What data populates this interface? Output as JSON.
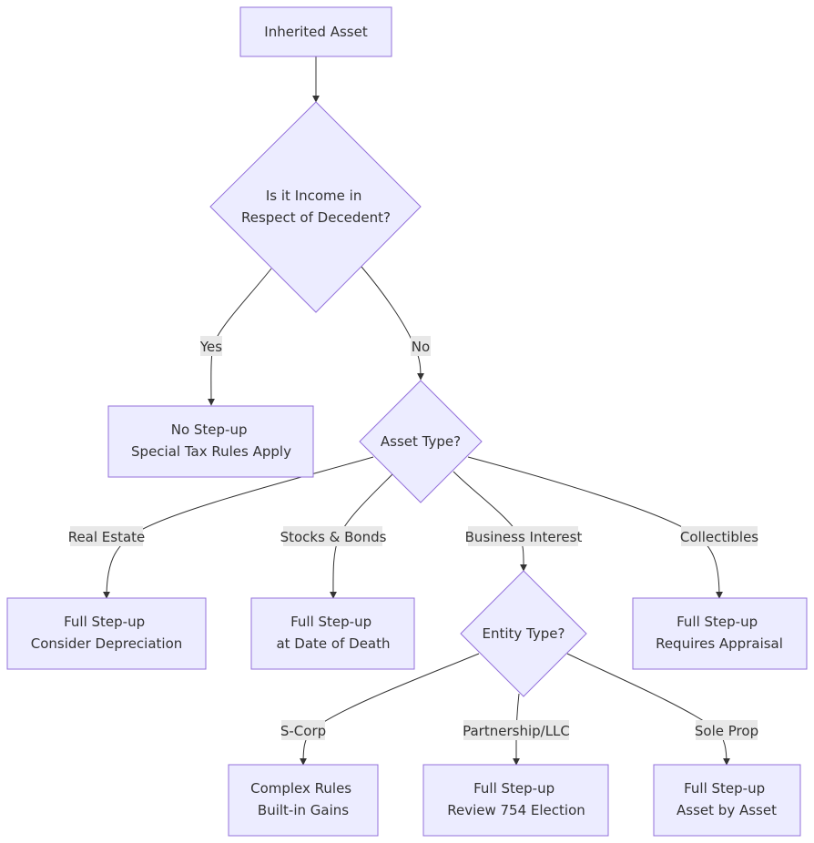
{
  "nodes": {
    "inherited_asset": [
      "Inherited Asset"
    ],
    "ird_question": [
      "Is it Income in",
      "Respect of Decedent?"
    ],
    "no_step_up": [
      "No Step-up",
      "Special Tax Rules Apply"
    ],
    "asset_type": [
      "Asset Type?"
    ],
    "real_estate_result": [
      "Full Step-up",
      "Consider Depreciation"
    ],
    "stocks_result": [
      "Full Step-up",
      "at Date of Death"
    ],
    "entity_type": [
      "Entity Type?"
    ],
    "collectibles_result": [
      "Full Step-up",
      "Requires Appraisal"
    ],
    "scorp_result": [
      "Complex Rules",
      "Built-in Gains"
    ],
    "partnership_result": [
      "Full Step-up",
      "Review 754 Election"
    ],
    "soleprop_result": [
      "Full Step-up",
      "Asset by Asset"
    ]
  },
  "edge_labels": {
    "yes": "Yes",
    "no": "No",
    "real_estate": "Real Estate",
    "stocks_bonds": "Stocks & Bonds",
    "business_interest": "Business Interest",
    "collectibles": "Collectibles",
    "s_corp": "S-Corp",
    "partnership_llc": "Partnership/LLC",
    "sole_prop": "Sole Prop"
  }
}
